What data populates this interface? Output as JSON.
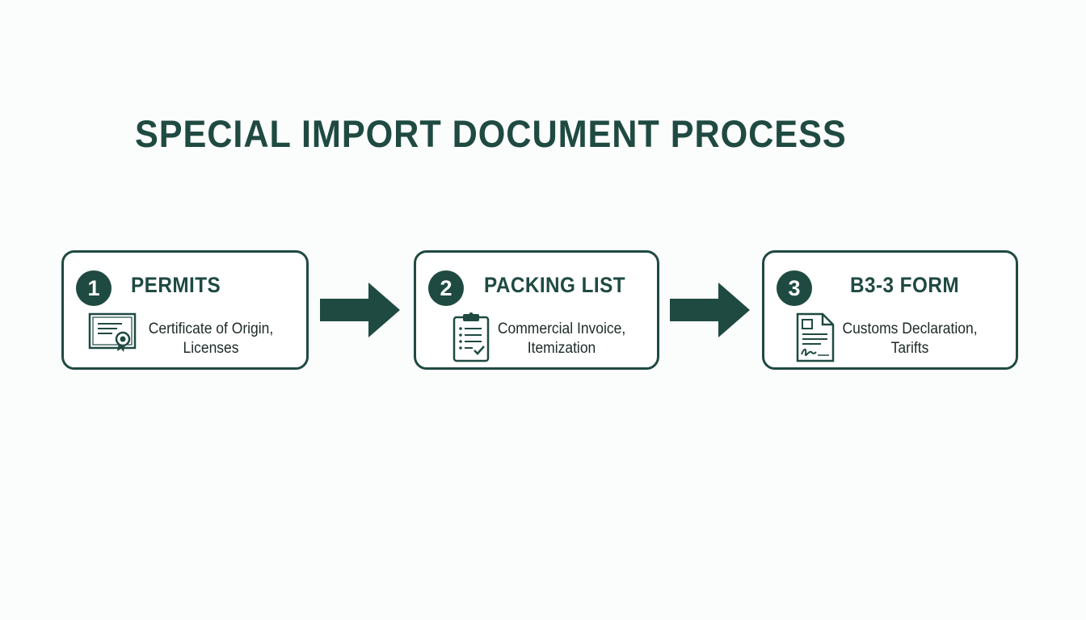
{
  "title": "SPECIAL IMPORT DOCUMENT PROCESS",
  "colors": {
    "primary": "#1f4a42",
    "background": "#fbfcfc",
    "text": "#1c2a28"
  },
  "steps": [
    {
      "number": "1",
      "title": "PERMITS",
      "icon": "certificate-icon",
      "desc_line1": "Certificate of Origin,",
      "desc_line2": "Licenses"
    },
    {
      "number": "2",
      "title": "PACKING LIST",
      "icon": "clipboard-checklist-icon",
      "desc_line1": "Commercial Invoice,",
      "desc_line2": "Itemization"
    },
    {
      "number": "3",
      "title": "B3-3 FORM",
      "icon": "signed-form-icon",
      "desc_line1": "Customs Declaration,",
      "desc_line2": "Tarifts"
    }
  ],
  "connectors": [
    "arrow-right-icon",
    "arrow-right-icon"
  ]
}
